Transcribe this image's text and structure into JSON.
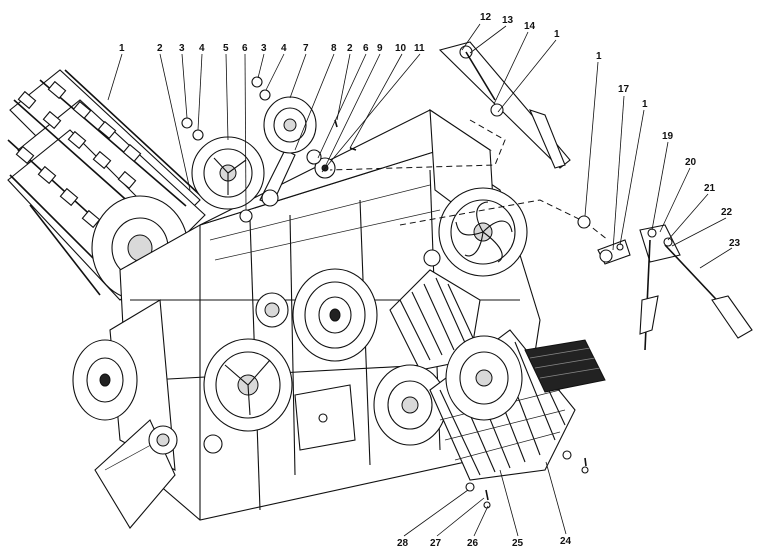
{
  "callouts": [
    {
      "id": "c-1a",
      "text": "1"
    },
    {
      "id": "c-2a",
      "text": "2"
    },
    {
      "id": "c-3a",
      "text": "3"
    },
    {
      "id": "c-4a",
      "text": "4"
    },
    {
      "id": "c-5",
      "text": "5"
    },
    {
      "id": "c-3b",
      "text": "3"
    },
    {
      "id": "c-4b",
      "text": "4"
    },
    {
      "id": "c-7",
      "text": "7"
    },
    {
      "id": "c-6a",
      "text": "6"
    },
    {
      "id": "c-8",
      "text": "8"
    },
    {
      "id": "c-2b",
      "text": "2"
    },
    {
      "id": "c-6b",
      "text": "6"
    },
    {
      "id": "c-9",
      "text": "9"
    },
    {
      "id": "c-10",
      "text": "10"
    },
    {
      "id": "c-11",
      "text": "11"
    },
    {
      "id": "c-12",
      "text": "12"
    },
    {
      "id": "c-13",
      "text": "13"
    },
    {
      "id": "c-14",
      "text": "14"
    },
    {
      "id": "c-1b",
      "text": "1"
    },
    {
      "id": "c-1c",
      "text": "1"
    },
    {
      "id": "c-17",
      "text": "17"
    },
    {
      "id": "c-1d",
      "text": "1"
    },
    {
      "id": "c-19",
      "text": "19"
    },
    {
      "id": "c-20",
      "text": "20"
    },
    {
      "id": "c-21",
      "text": "21"
    },
    {
      "id": "c-22",
      "text": "22"
    },
    {
      "id": "c-23",
      "text": "23"
    },
    {
      "id": "c-24",
      "text": "24"
    },
    {
      "id": "c-25",
      "text": "25"
    },
    {
      "id": "c-26",
      "text": "26"
    },
    {
      "id": "c-27",
      "text": "27"
    },
    {
      "id": "c-28",
      "text": "28"
    }
  ]
}
